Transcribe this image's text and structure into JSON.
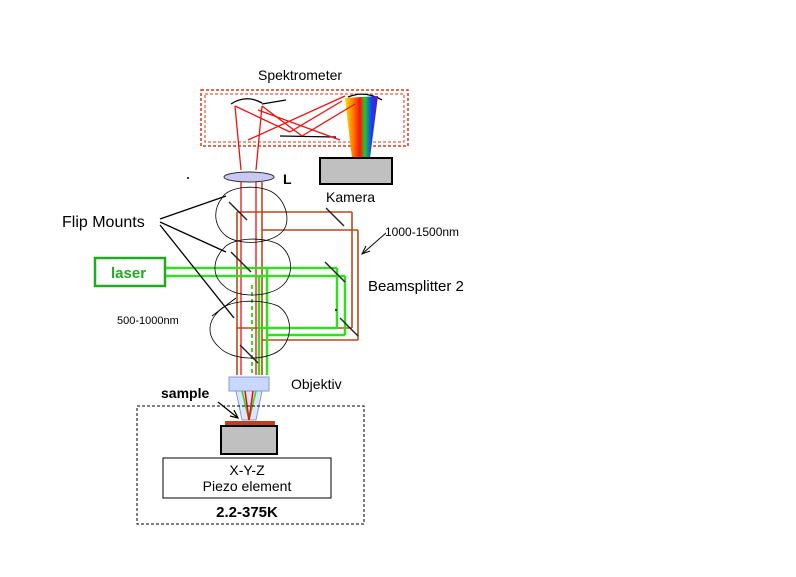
{
  "labels": {
    "spectrometer": "Spektrometer",
    "camera": "Kamera",
    "lens": "L",
    "flip_mounts": "Flip Mounts",
    "laser": "laser",
    "range_upper": "1000-1500nm",
    "beamsplitter2": "Beamsplitter 2",
    "range_lower": "500-1000nm",
    "objective": "Objektiv",
    "sample": "sample",
    "piezo_line1": "X-Y-Z",
    "piezo_line2": "Piezo element",
    "temperature": "2.2-375K"
  },
  "colors": {
    "red_beam": "#ee1111",
    "green_beam": "#33dd22",
    "brown_beam": "#b84a1a",
    "laser_text": "#22aa22",
    "spectrometer_border": "#d23a1a",
    "lens_fill": "#c8c8f0",
    "objective_fill": "#c8d8ff",
    "block_gray": "#c0c0c0",
    "sample_color": "#c0401a"
  }
}
